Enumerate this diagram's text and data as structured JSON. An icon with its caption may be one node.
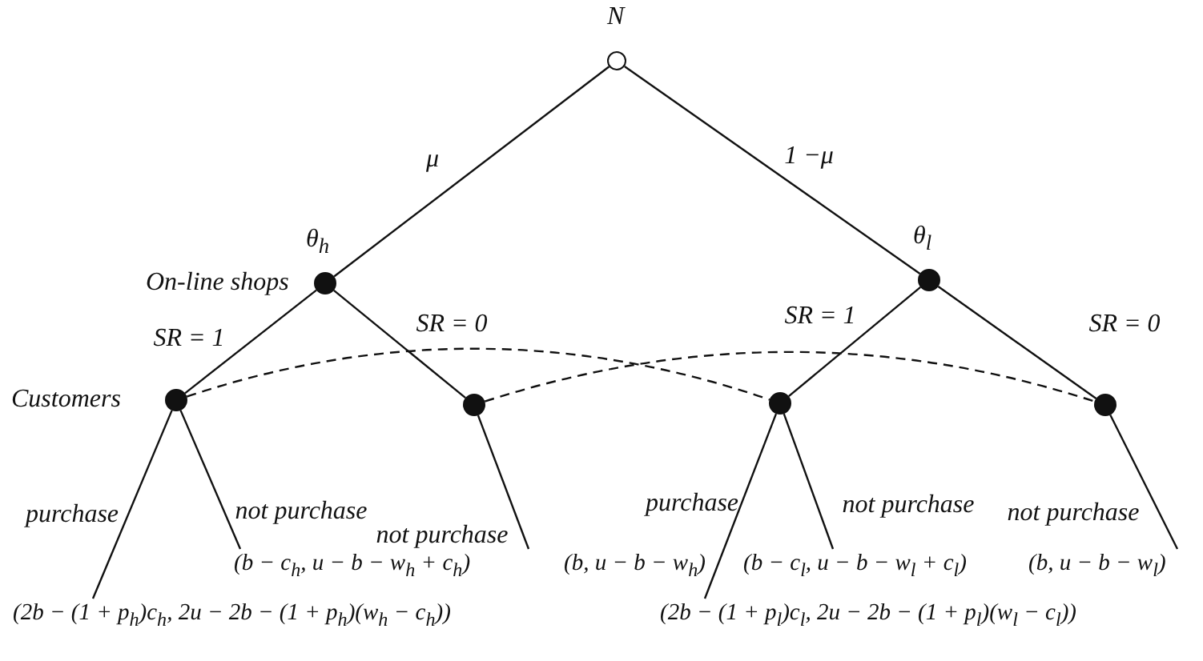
{
  "diagram": {
    "nodes": [
      {
        "text": [
          "N"
        ]
      },
      {
        "text": [
          "θ$_{h}$",
          "On-line shops"
        ]
      },
      {
        "text": [
          "θ$_{l}$"
        ]
      },
      {
        "text": [
          "Customers"
        ]
      },
      {
        "text": [],
        "shape": "circle"
      },
      {
        "text": [],
        "shape": "circle"
      },
      {
        "text": [],
        "shape": "circle"
      },
      {
        "text": [
          "(2b − (1 + p$_{h}$)c$_{h}$, 2u − 2b − (1 + p$_{h}$)(w$_{h}$ − c$_{h}$))"
        ]
      },
      {
        "text": [
          "(b − c$_{h}$, u − b − w$_{h}$ + c$_{h}$)"
        ]
      },
      {
        "text": [
          "(b, u − b − w$_{h}$)"
        ]
      },
      {
        "text": [
          "(2b − (1 + p$_{l}$)c$_{l}$, 2u − 2b − (1 + p$_{l}$)(w$_{l}$ − c$_{l}$))"
        ]
      },
      {
        "text": [
          "(b − c$_{l}$, u − b − w$_{l}$ + c$_{l}$)"
        ]
      },
      {
        "text": [
          "(b, u − b − w$_{l}$)"
        ]
      }
    ],
    "edges": [
      {
        "from": 0,
        "to": 1,
        "arrow": "none",
        "label": "μ"
      },
      {
        "from": 0,
        "to": 2,
        "arrow": "none",
        "label": "1 −μ"
      },
      {
        "from": 1,
        "to": 3,
        "arrow": "none",
        "label": "SR = 1"
      },
      {
        "from": 1,
        "to": 4,
        "arrow": "none",
        "label": "SR = 0"
      },
      {
        "from": 2,
        "to": 5,
        "arrow": "none",
        "label": "SR = 1"
      },
      {
        "from": 2,
        "to": 6,
        "arrow": "none",
        "label": "SR = 0"
      },
      {
        "from": 3,
        "to": 7,
        "arrow": "none",
        "label": "purchase"
      },
      {
        "from": 3,
        "to": 8,
        "arrow": "none",
        "label": "not purchase"
      },
      {
        "from": 4,
        "to": 9,
        "arrow": "none",
        "label": "not purchase"
      },
      {
        "from": 5,
        "to": 10,
        "arrow": "none",
        "label": "purchase"
      },
      {
        "from": 5,
        "to": 11,
        "arrow": "none",
        "label": "not purchase"
      },
      {
        "from": 6,
        "to": 12,
        "arrow": "none",
        "label": "not purchase"
      },
      {
        "from": 3,
        "to": 5,
        "arrow": "none",
        "style": "dashed"
      },
      {
        "from": 4,
        "to": 6,
        "arrow": "none",
        "style": "dashed"
      }
    ]
  }
}
